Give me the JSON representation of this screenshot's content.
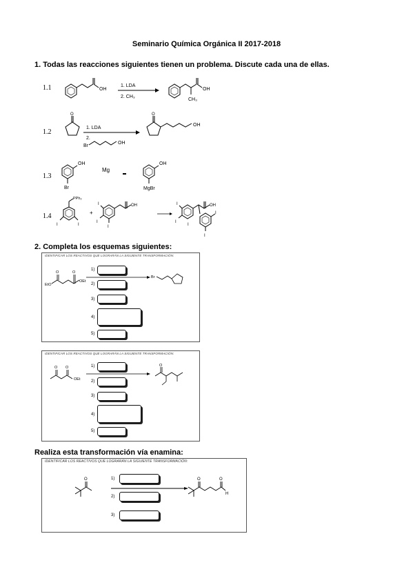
{
  "title": "Seminario Química Orgánica II 2017-2018",
  "section1": {
    "heading": "1. Todas las reacciones siguientes tienen un problema. Discute cada una de ellas.",
    "reactions": [
      {
        "label": "1.1",
        "reagents": [
          "1. LDA",
          "2. CH₃"
        ],
        "groups": [
          "OH",
          "OH",
          "CH₃"
        ]
      },
      {
        "label": "1.2",
        "reagents": [
          "1. LDA",
          "2."
        ],
        "groups": [
          "Br",
          "OH",
          "OH"
        ]
      },
      {
        "label": "1.3",
        "reagents": [
          "Mg"
        ],
        "groups": [
          "OH",
          "Br",
          "OH",
          "MgBr"
        ]
      },
      {
        "label": "1.4",
        "reagents": [
          "+"
        ],
        "groups": [
          "PPh₃",
          "I",
          "I",
          "I",
          "I",
          "OH",
          "I",
          "I",
          "I",
          "I",
          "OH",
          "I"
        ]
      }
    ]
  },
  "section2": {
    "heading": "2. Completa los esquemas siguientes:",
    "box_header": "IDENTIFICAR LOS REACTIVOS QUE LOGRARÁN LA SIGUIENTE TRANSFORMACIÓN:",
    "scheme1": {
      "numbers": [
        "1)",
        "2)",
        "3)",
        "4)",
        "5)"
      ],
      "groups": [
        "EtO",
        "OEt",
        "Br"
      ]
    },
    "scheme2": {
      "numbers": [
        "1)",
        "2)",
        "3)",
        "4)",
        "5)"
      ],
      "groups": [
        "OEt"
      ]
    }
  },
  "section3": {
    "heading": "Realiza esta transformación vía enamina:",
    "box_header": "IDENTIFICAR LOS REACTIVOS QUE LOGRARÁN LA SIGUIENTE TRANSFORMACIÓN:",
    "numbers": [
      "1)",
      "2)",
      "3)"
    ],
    "groups": [
      "O",
      "O",
      "O",
      "H"
    ]
  }
}
